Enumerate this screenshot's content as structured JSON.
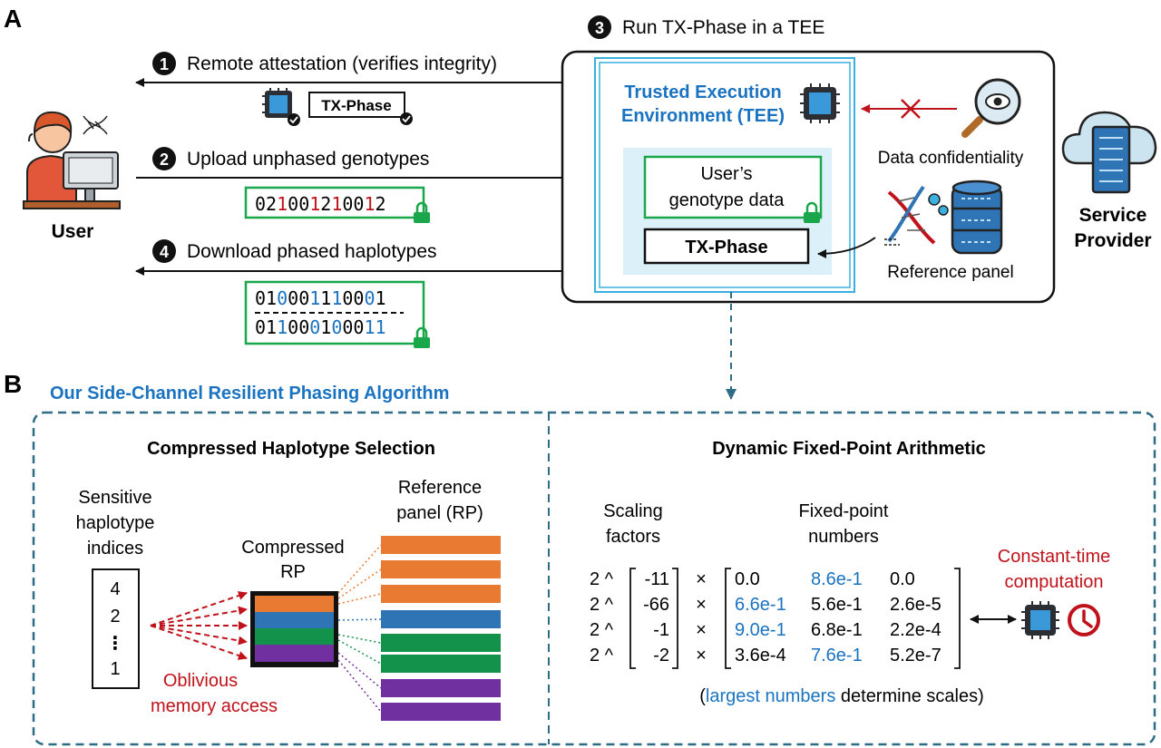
{
  "panel_a": {
    "letter": "A",
    "step1": {
      "num": "1",
      "label": "Remote attestation (verifies integrity)",
      "badge": "TX-Phase"
    },
    "step2": {
      "num": "2",
      "label": "Upload unphased genotypes",
      "digits": [
        "0",
        "2",
        "1",
        "0",
        "0",
        "1",
        "2",
        "1",
        "0",
        "0",
        "1",
        "2"
      ]
    },
    "step3": {
      "num": "3",
      "label": "Run TX-Phase in a TEE"
    },
    "step4": {
      "num": "4",
      "label": "Download phased haplotypes",
      "row1": [
        "0",
        "1",
        "0",
        "0",
        "0",
        "1",
        "1",
        "1",
        "0",
        "0",
        "0",
        "1"
      ],
      "row2": [
        "0",
        "1",
        "1",
        "0",
        "0",
        "0",
        "1",
        "0",
        "0",
        "0",
        "1",
        "1"
      ]
    },
    "user_label": "User",
    "tee_line1": "Trusted Execution",
    "tee_line2": "Environment (TEE)",
    "genotype_line1": "User’s",
    "genotype_line2": "genotype data",
    "txphase_box": "TX-Phase",
    "data_confidentiality": "Data confidentiality",
    "reference_panel": "Reference panel",
    "service_line1": "Service",
    "service_line2": "Provider"
  },
  "panel_b": {
    "letter": "B",
    "title": "Our Side-Channel Resilient Phasing Algorithm",
    "left": {
      "heading": "Compressed Haplotype Selection",
      "sensitive_line1": "Sensitive",
      "sensitive_line2": "haplotype",
      "sensitive_line3": "indices",
      "indices": [
        "4",
        "2",
        "⋮",
        "1"
      ],
      "compressed_line1": "Compressed",
      "compressed_line2": "RP",
      "ref_line1": "Reference",
      "ref_line2": "panel (RP)",
      "oblivious_line1": "Oblivious",
      "oblivious_line2": "memory access"
    },
    "right": {
      "heading": "Dynamic Fixed-Point Arithmetic",
      "scaling_line1": "Scaling",
      "scaling_line2": "factors",
      "fixed_line1": "Fixed-point",
      "fixed_line2": "numbers",
      "rows": [
        {
          "base": "2 ^",
          "exp": "-11",
          "times": "×",
          "v": [
            "0.0",
            "8.6e-1",
            "0.0"
          ]
        },
        {
          "base": "2 ^",
          "exp": "-66",
          "times": "×",
          "v": [
            "6.6e-1",
            "5.6e-1",
            "2.6e-5"
          ]
        },
        {
          "base": "2 ^",
          "exp": "-1",
          "times": "×",
          "v": [
            "9.0e-1",
            "6.8e-1",
            "2.2e-4"
          ]
        },
        {
          "base": "2 ^",
          "exp": "-2",
          "times": "×",
          "v": [
            "3.6e-4",
            "7.6e-1",
            "5.2e-7"
          ]
        }
      ],
      "constant_line1": "Constant-time",
      "constant_line2": "computation",
      "note_open": "(",
      "note_highlight": "largest numbers",
      "note_rest": " determine scales)"
    }
  },
  "colors": {
    "accent_blue": "#1a73c1",
    "dark_red": "#c0121b",
    "green": "#1aa64a",
    "tee_fill": "#dcf0fa",
    "panel_dash": "#2e6b85",
    "orange": "#e87a31",
    "rp_blue": "#2f74b5",
    "rp_green": "#12924a",
    "rp_purple": "#7030a0"
  }
}
